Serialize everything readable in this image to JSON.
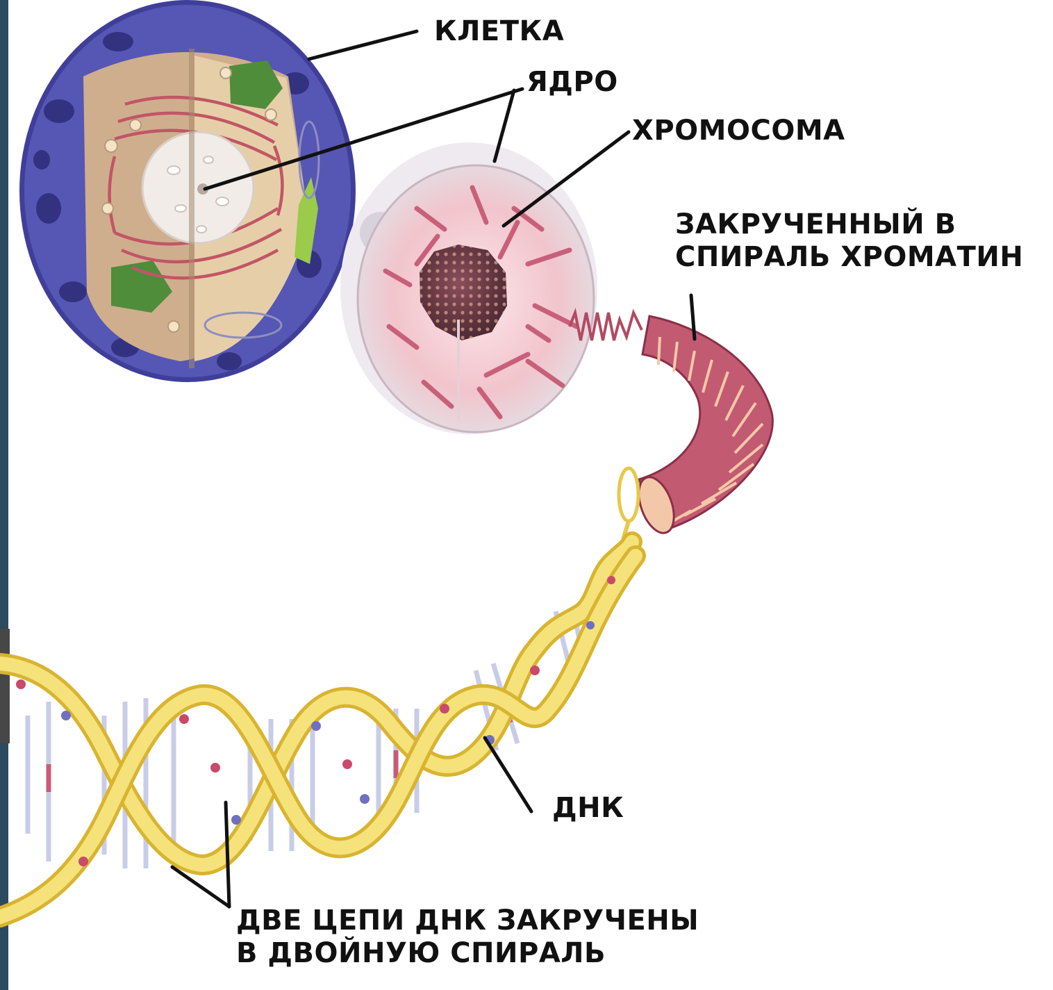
{
  "labels": {
    "cell": "КЛЕТКА",
    "nucleus": "ЯДРО",
    "chromosome": "ХРОМОСОМА",
    "chromatin": [
      "ЗАКРУЧЕННЫЙ В",
      "СПИРАЛЬ ХРОМАТИН"
    ],
    "dna": "ДНК",
    "double_helix": [
      "ДВЕ ЦЕПИ ДНК ЗАКРУЧЕНЫ",
      "В ДВОЙНУЮ СПИРАЛЬ"
    ]
  },
  "colors": {
    "side_bar": "#2c4a5e",
    "cell_membrane": "#4a4aa8",
    "cytoplasm": "#c8a98a",
    "endoplasmic_reticulum": "#c05a6a",
    "chloroplast_green": "#4a8a3a",
    "nucleus_pink": "#f2c4cc",
    "nucleolus": "#6a3a46",
    "chromatin_coil": "#a8405a",
    "dna_backbone": "#f0d24a",
    "dna_rungs": "#c8cce8",
    "leader_lines": "#111111"
  }
}
